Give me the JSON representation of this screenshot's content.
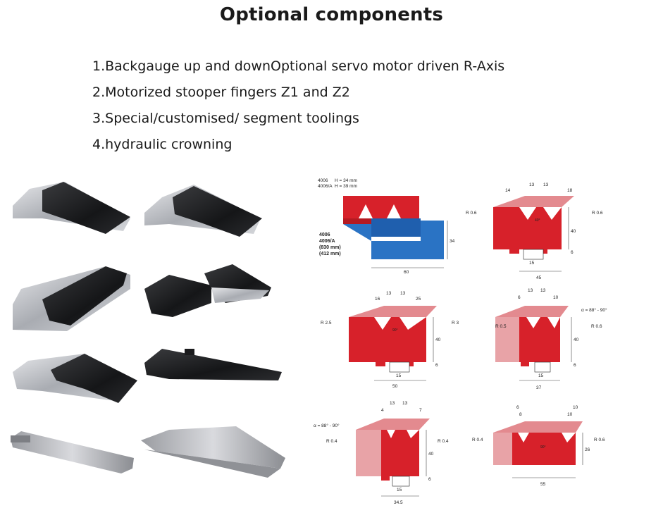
{
  "title": "Optional components",
  "features": [
    "1.Backgauge up and downOptional servo motor driven R-Axis",
    "2.Motorized stooper fingers Z1 and Z2",
    "3.Special/customised/ segment toolings",
    "4.hydraulic crowning"
  ],
  "drawings": {
    "top_left": {
      "code_a": "4006",
      "h_a": "H = 34 mm",
      "code_b": "4006/A",
      "h_b": "H = 39 mm",
      "label_lines": [
        "4006",
        "4006/A",
        "(830 mm)",
        "(412 mm)"
      ],
      "height_dim": "34",
      "width_dim": "60"
    },
    "top_right": {
      "dims_top": [
        "14",
        "13",
        "13",
        "18"
      ],
      "r_left": "R 0.6",
      "r_right": "R 0.6",
      "angle": "40°",
      "height": "40",
      "foot": "6",
      "slot": "15",
      "width": "45"
    },
    "mid_left": {
      "dims_top": [
        "16",
        "13",
        "13",
        "25"
      ],
      "r_left": "R 2.5",
      "r_right": "R 3",
      "angle": "90°",
      "height": "40",
      "foot": "6",
      "slot": "15",
      "width": "50"
    },
    "mid_right": {
      "dims_top": [
        "6",
        "13",
        "13",
        "10"
      ],
      "r_left": "R 0.5",
      "r_right": "R 0.6",
      "angle_note": "α = 88° - 90°",
      "height": "40",
      "foot": "6",
      "slot": "15",
      "width": "37"
    },
    "bot_left": {
      "dims_top": [
        "4",
        "13",
        "13",
        "7"
      ],
      "angle_note": "α = 88° - 90°",
      "r_left": "R 0.4",
      "r_right": "R 0.4",
      "height": "40",
      "foot": "6",
      "slot": "15",
      "width": "34.5"
    },
    "bot_right": {
      "dims_top": [
        "6",
        "10"
      ],
      "dims_top2": [
        "8",
        "10"
      ],
      "r_left": "R 0.4",
      "r_right": "R 0.6",
      "angle": "90°",
      "height": "26",
      "width": "55"
    }
  }
}
